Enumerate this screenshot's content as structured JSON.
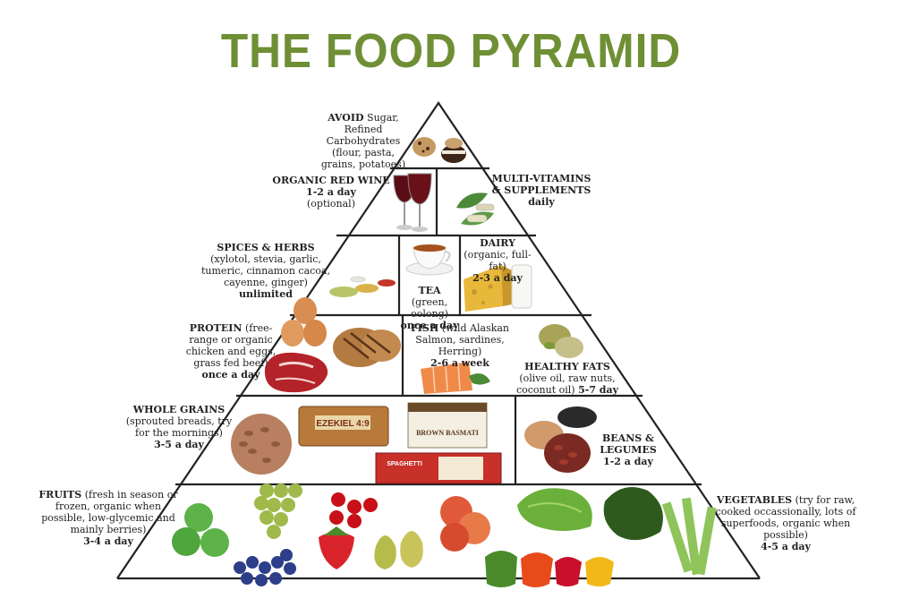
{
  "title": "THE FOOD PYRAMID",
  "avoid": {
    "head": "AVOID",
    "text": "Sugar, Refined Carbohydrates (flour, pasta, grains, potatoes)"
  },
  "wine": {
    "head": "ORGANIC RED WINE",
    "freq": "1-2 a day",
    "note": "(optional)"
  },
  "vitamins": {
    "head1": "MULTI-VITAMINS",
    "head2": "& SUPPLEMENTS",
    "freq": "daily"
  },
  "spices": {
    "head": "SPICES & HERBS",
    "text": "(xylotol, stevia, garlic, tumeric, cinnamon cacoa, cayenne, ginger)",
    "freq": "unlimited"
  },
  "tea": {
    "head": "TEA",
    "text": "(green, oolong)",
    "freq": "once a day"
  },
  "dairy": {
    "head": "DAIRY",
    "text": "(organic, full-fat)",
    "freq": "2-3 a day"
  },
  "protein": {
    "head": "PROTEIN",
    "text": "(free-range or organic chicken and eggs, grass fed beef)",
    "freq": "once a day"
  },
  "fish": {
    "head": "FISH",
    "text": "(wild Alaskan Salmon, sardines, Herring)",
    "freq": "2-6 a week"
  },
  "fats": {
    "head": "HEALTHY FATS",
    "text": "(olive oil, raw nuts, coconut oil)",
    "freq": "5-7 day"
  },
  "grains": {
    "head": "WHOLE GRAINS",
    "text": "(sprouted breads, try for the mornings)",
    "freq": "3-5 a day"
  },
  "beans": {
    "head1": "BEANS &",
    "head2": "LEGUMES",
    "freq": "1-2 a day"
  },
  "fruits": {
    "head": "FRUITS",
    "text": "(fresh in season or frozen, organic when possible, low-glycemic and mainly berries)",
    "freq": "3-4 a day"
  },
  "vegetables": {
    "head": "VEGETABLES",
    "text": "(try for raw, cooked occassionally, lots of superfoods, organic when possible)",
    "freq": "4-5 a day"
  },
  "product_labels": {
    "bread": "EZEKIEL 4:9",
    "rice": "BROWN BASMATI",
    "pasta": "SPAGHETTI"
  },
  "colors": {
    "title": "#6f8f35",
    "lines": "#222222"
  }
}
